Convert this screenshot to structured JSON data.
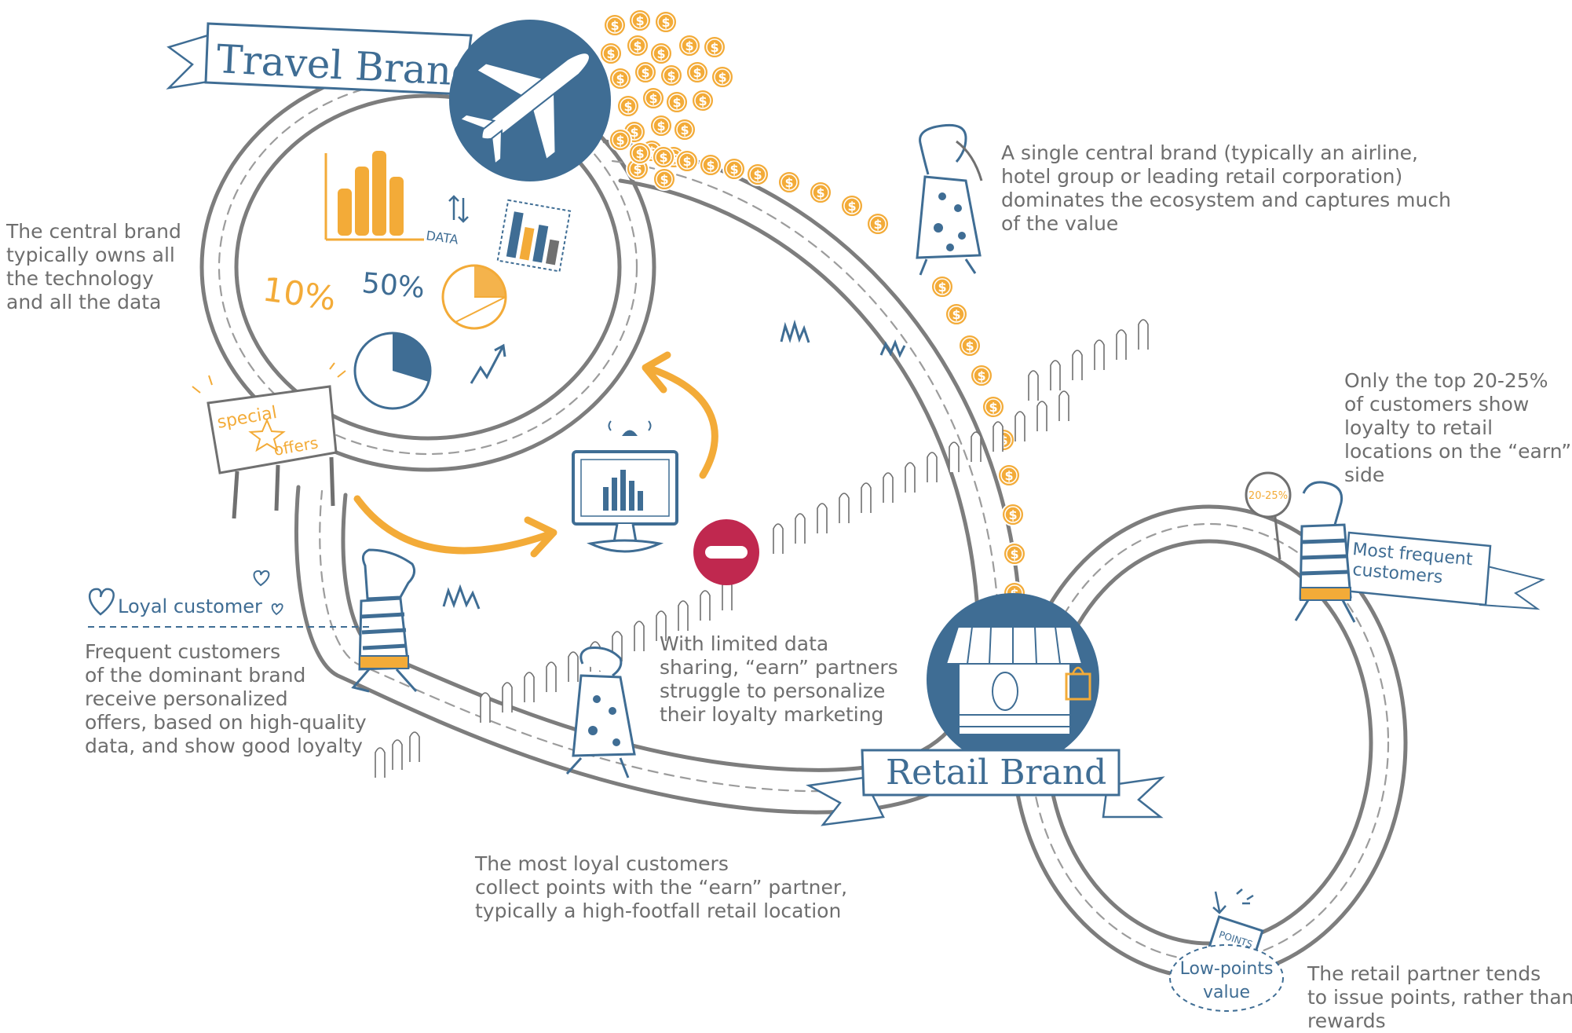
{
  "banners": {
    "travel_brand": "Travel Brand",
    "retail_brand": "Retail Brand",
    "most_frequent": [
      "Most frequent",
      "customers"
    ]
  },
  "sign": {
    "line1": "special",
    "line2": "offers"
  },
  "infographic": {
    "data_label": "DATA",
    "pct_a": "10%",
    "pct_b": "50%"
  },
  "labels": {
    "loyal_customer": "Loyal customer",
    "low_points": [
      "Low-points",
      "value"
    ],
    "points_card": "POINTS",
    "top_badge": "20-25%"
  },
  "captions": {
    "central_brand": [
      "The central brand",
      "typically owns all",
      "the technology",
      "and all the data"
    ],
    "single_brand": [
      "A single central brand (typically an airline,",
      "hotel group or leading retail corporation)",
      "dominates the ecosystem and captures much",
      "of the value"
    ],
    "top_customers": [
      "Only the top 20-25%",
      "of customers show",
      "loyalty to retail",
      "locations on the “earn”",
      "side"
    ],
    "frequent": [
      "Frequent customers",
      "of the dominant brand",
      "receive personalized",
      "offers, based on high-quality",
      "data, and show good loyalty"
    ],
    "limited_data": [
      "With limited data",
      "sharing, “earn” partners",
      "struggle to personalize",
      "their loyalty marketing"
    ],
    "most_loyal": [
      "The most loyal customers",
      "collect points with the “earn” partner,",
      "typically a high-footfall retail location"
    ],
    "retail_partner": [
      "The retail partner tends",
      "to issue points, rather than",
      "rewards"
    ]
  },
  "icons": [
    "airplane-icon",
    "shop-icon",
    "coin-icon",
    "bar-chart-icon",
    "pie-chart-icon",
    "trend-arrow-icon",
    "monitor-icon",
    "no-entry-icon",
    "heart-icon",
    "star-icon",
    "shopping-bag-icon"
  ],
  "colors": {
    "navy": "#3f6d94",
    "orange": "#f3ab38",
    "crimson": "#c0284f",
    "gray": "#707070",
    "road": "#7a7a7a"
  }
}
